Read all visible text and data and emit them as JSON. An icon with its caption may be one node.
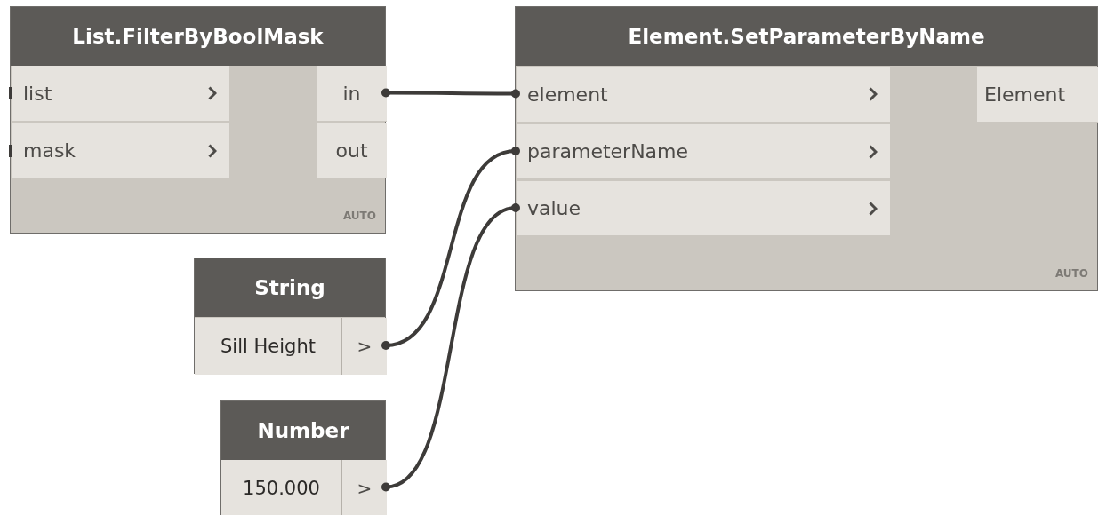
{
  "diagram": {
    "nodes": [
      {
        "text": [
          "List.FilterByBoolMask",
          "AUTO"
        ]
      },
      {
        "text": [
          "list"
        ],
        "in": 0
      },
      {
        "text": [
          "mask"
        ],
        "in": 0
      },
      {
        "text": [
          "in"
        ],
        "in": 0
      },
      {
        "text": [
          "out"
        ],
        "in": 0
      },
      {
        "text": [
          "Element.SetParameterByName",
          "AUTO"
        ]
      },
      {
        "text": [
          "element"
        ],
        "in": 5
      },
      {
        "text": [
          "parameterName"
        ],
        "in": 5
      },
      {
        "text": [
          "value"
        ],
        "in": 5
      },
      {
        "text": [
          "Element"
        ],
        "in": 5
      },
      {
        "text": [
          "String"
        ]
      },
      {
        "text": [
          "Sill Height"
        ],
        "in": 10
      },
      {
        "text": [
          ">"
        ],
        "in": 10
      },
      {
        "text": [
          "Number"
        ]
      },
      {
        "text": [
          "150.000"
        ],
        "in": 13
      },
      {
        "text": [
          ">"
        ],
        "in": 13
      }
    ],
    "edges": [
      {
        "from": 3,
        "to": 6,
        "arrow": "other"
      },
      {
        "from": 12,
        "to": 7,
        "arrow": "other"
      },
      {
        "from": 15,
        "to": 8,
        "arrow": "other"
      }
    ]
  }
}
